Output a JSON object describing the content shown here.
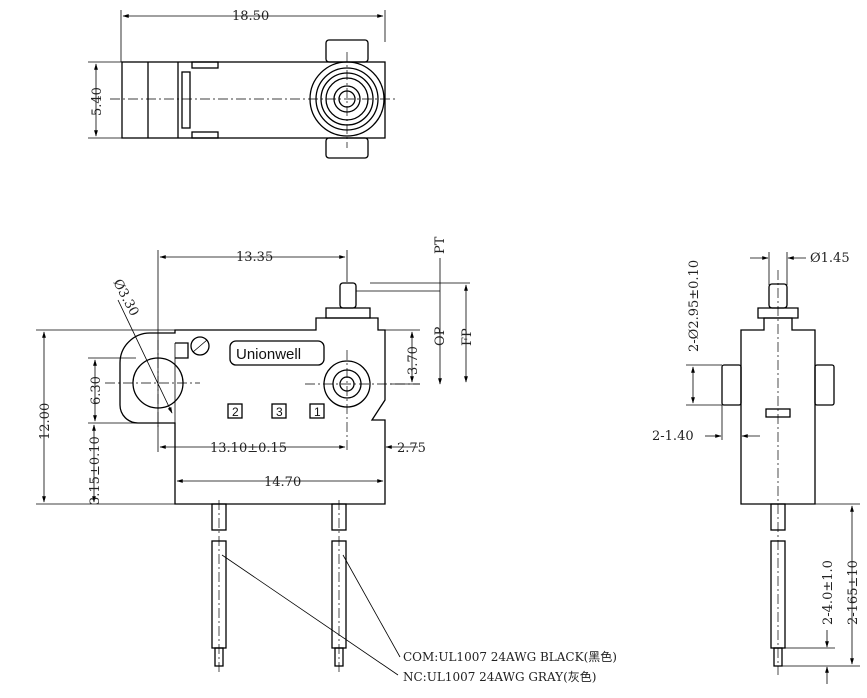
{
  "top_view": {
    "width_dim": "18.50",
    "height_dim": "5.40"
  },
  "front_view": {
    "brand": "Unionwell",
    "dim_center": "13.35",
    "dim_hole": "Ø3.30",
    "dim_op_height": "3.70",
    "dim_total_height": "12.00",
    "dim_hole_height": "6.30",
    "dim_base": "3.15±0.10",
    "dim_pitch": "13.10±0.15",
    "dim_edge": "2.75",
    "dim_body_width": "14.70",
    "label_pt": "PT",
    "label_op": "OP",
    "label_fp": "FP",
    "terminals": [
      "2",
      "3",
      "1"
    ]
  },
  "side_view": {
    "dim_plunger": "Ø1.45",
    "dim_holes": "2-Ø2.95±0.10",
    "dim_boss": "2-1.40",
    "dim_strip": "2-4.0±1.0",
    "dim_wire": "2-165±10"
  },
  "wire_notes": {
    "com": "COM:UL1007 24AWG BLACK(黑色)",
    "nc": "NC:UL1007 24AWG GRAY(灰色)"
  }
}
